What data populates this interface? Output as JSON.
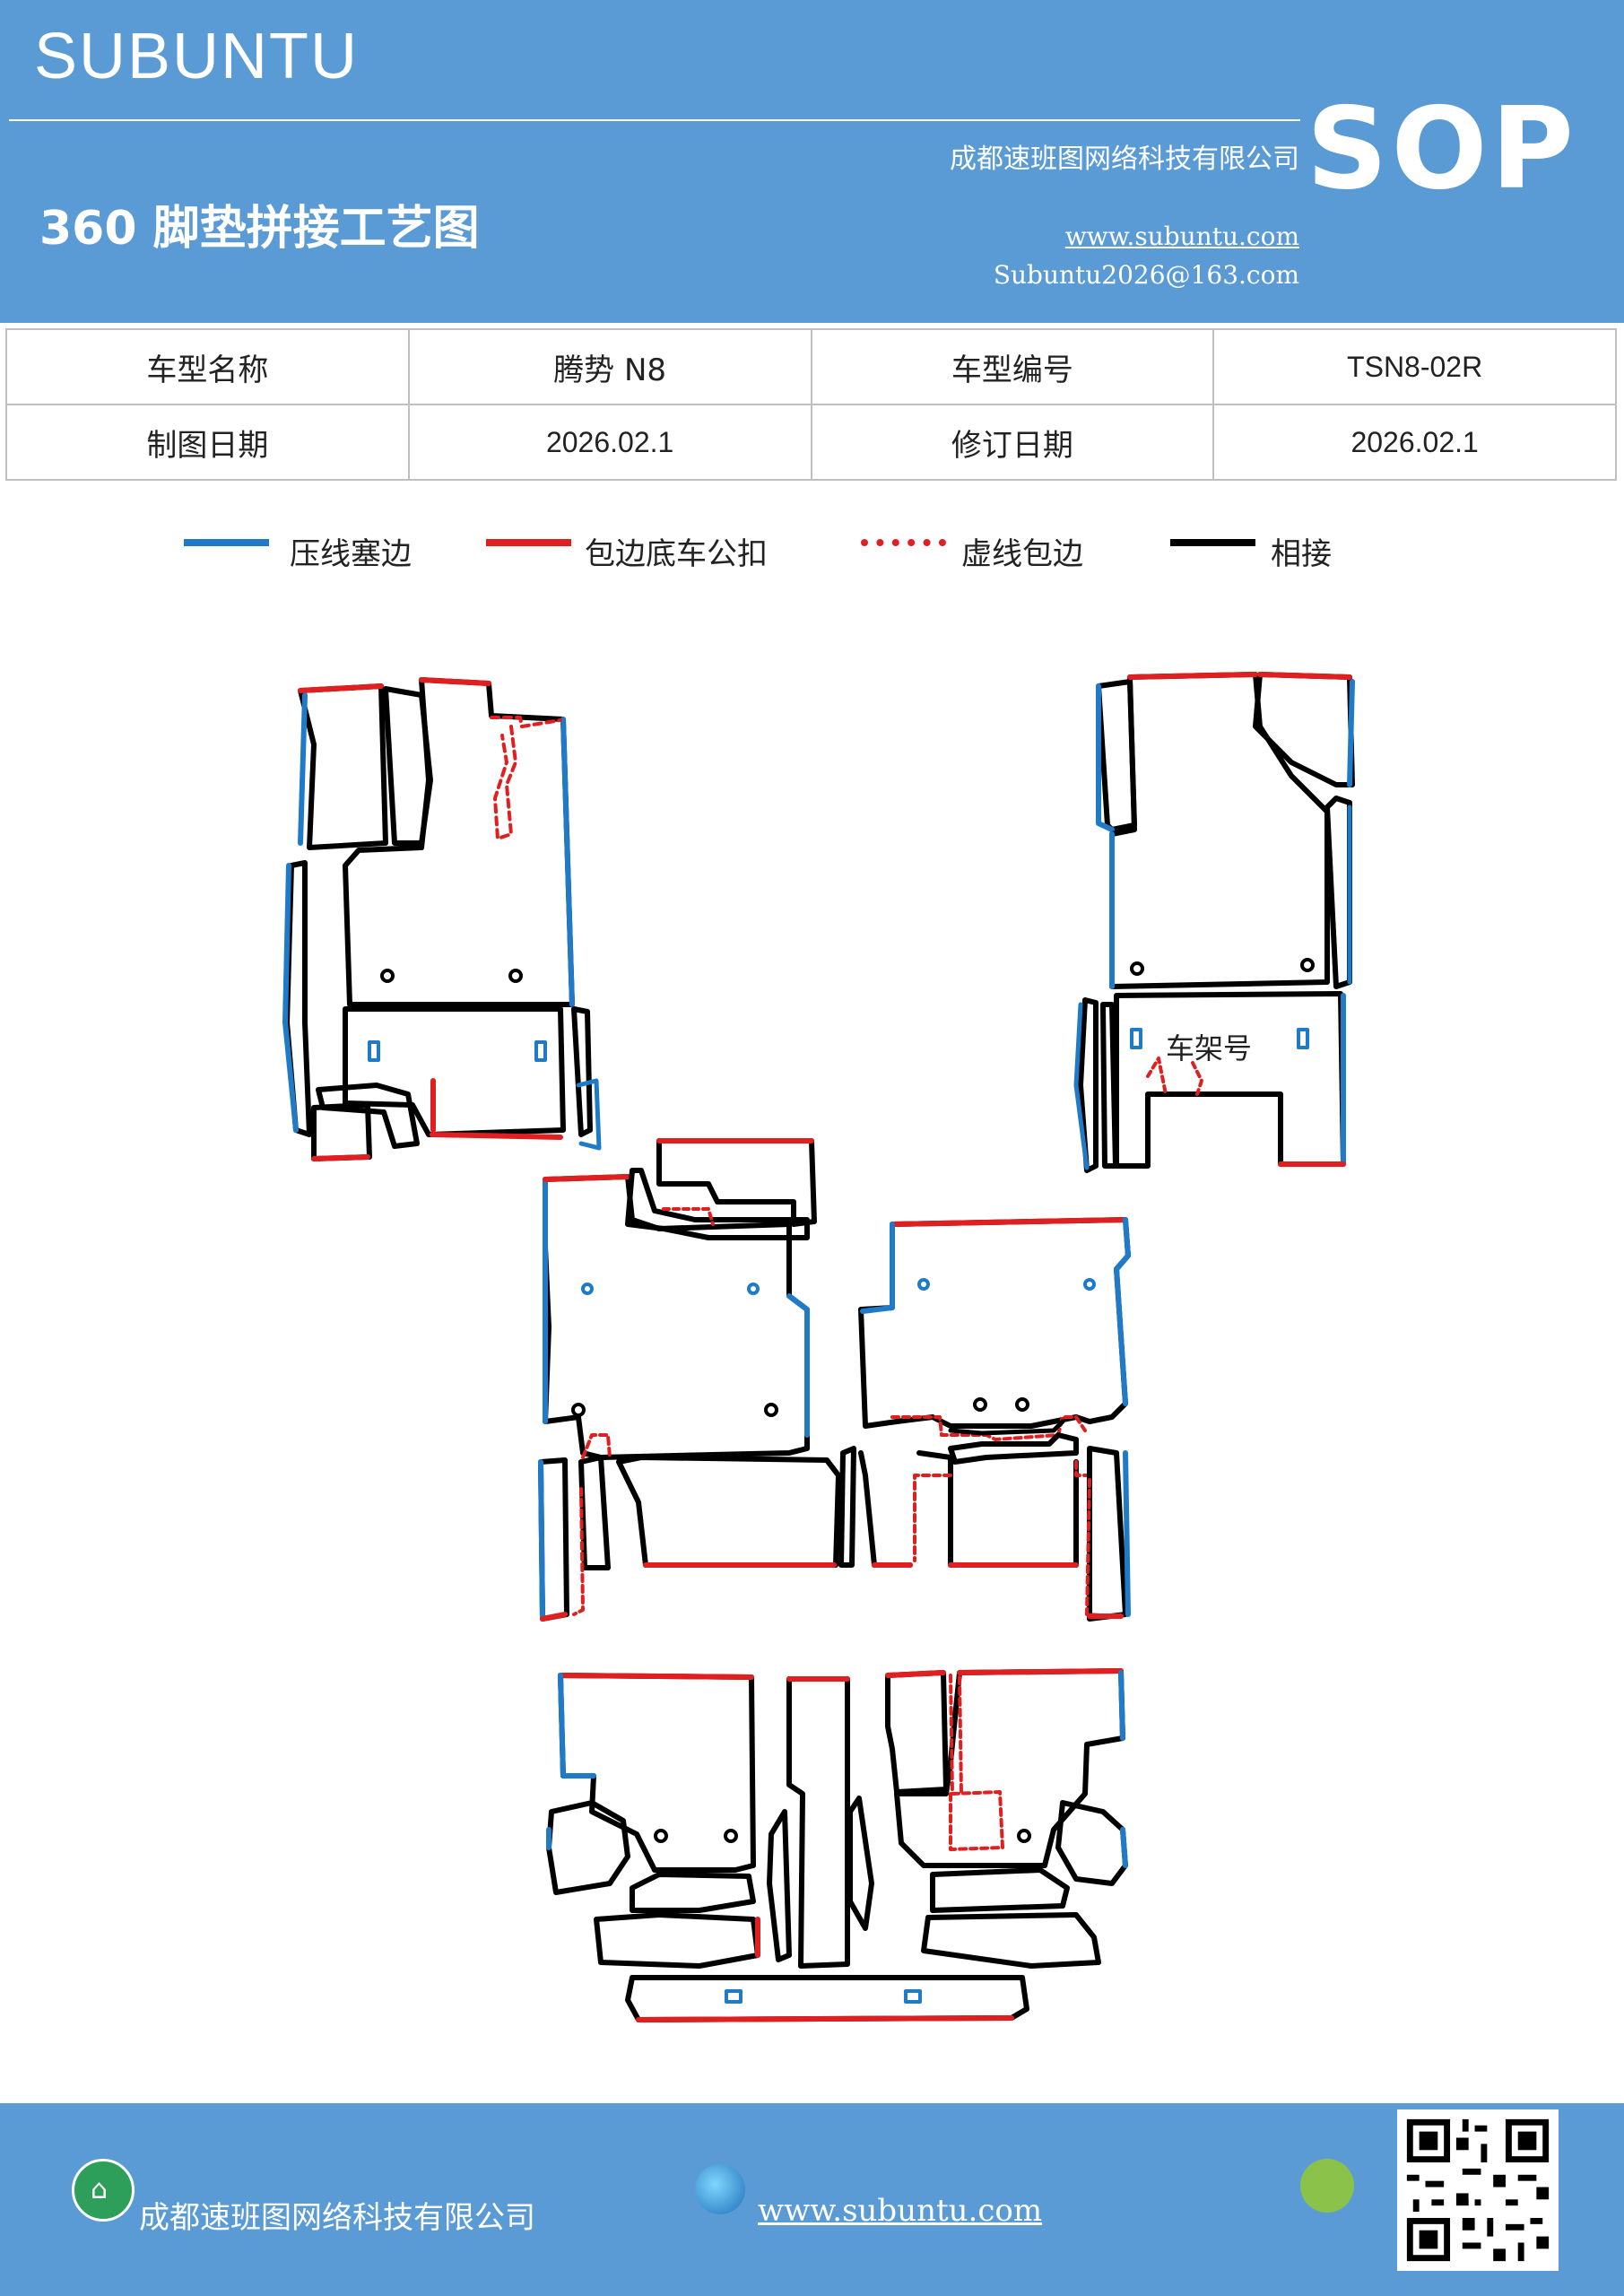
{
  "header": {
    "brand": "SUBUNTU",
    "title": "360 脚垫拼接工艺图",
    "company": "成都速班图网络科技有限公司",
    "website": "www.subuntu.com",
    "email": "Subuntu2026@163.com",
    "badge": "SOP"
  },
  "info_table": {
    "rows": [
      [
        "车型名称",
        "腾势 N8",
        "车型编号",
        "TSN8-02R"
      ],
      [
        "制图日期",
        "2026.02.1",
        "修订日期",
        "2026.02.1"
      ]
    ]
  },
  "legend": [
    {
      "label": "压线塞边",
      "color": "#1f7bc8",
      "style": "solid"
    },
    {
      "label": "包边底车公扣",
      "color": "#e02020",
      "style": "solid"
    },
    {
      "label": "虚线包边",
      "color": "#e02020",
      "style": "dashed"
    },
    {
      "label": "相接",
      "color": "#000000",
      "style": "solid"
    }
  ],
  "diagram": {
    "label_frame": "车架号"
  },
  "footer": {
    "company": "成都速班图网络科技有限公司",
    "website": "www.subuntu.com"
  },
  "colors": {
    "header_bg": "#5b9bd5",
    "blue_line": "#1f7bc8",
    "red_line": "#e02020",
    "black_line": "#000000"
  }
}
